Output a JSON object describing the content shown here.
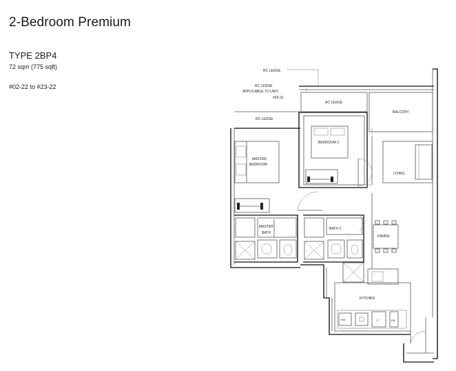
{
  "header": {
    "title": "2-Bedroom Premium",
    "type_code": "TYPE 2BP4",
    "area": "72 sqm (775 sqft)",
    "units": "#02-22 to #23-22"
  },
  "plan": {
    "labels": {
      "rc_ledge_top": "RC LEDGE",
      "rc_ledge_unit_1": "RC LEDGE",
      "rc_ledge_unit_2": "APPLICABLE TO UNIT",
      "rc_ledge_unit_3": "#02-22",
      "ac_ledge": "AC LEDGE",
      "balcony": "BALCONY",
      "rc_ledge_left": "RC LEDGE",
      "bedroom2": "BEDROOM 2",
      "master_bedroom_1": "MASTER",
      "master_bedroom_2": "BEDROOM",
      "living": "LIVING",
      "master_bath_1": "MASTER",
      "master_bath_2": "BATH",
      "bath2": "BATH 2",
      "dining": "DINING",
      "kitchen": "KITCHEN",
      "washer": "WD",
      "fridge": "F",
      "db": "DB"
    }
  }
}
